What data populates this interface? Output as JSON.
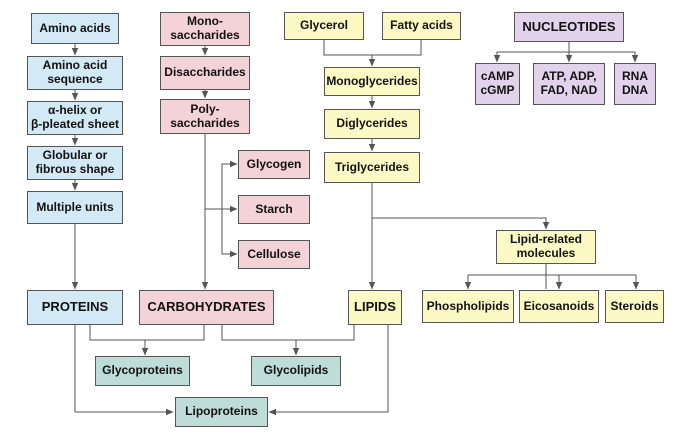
{
  "colors": {
    "protein_blue": "#d4e9f6",
    "carb_pink": "#f3d3d8",
    "lipid_yellow": "#fdf9c4",
    "nucleotide_purple": "#e3d2ec",
    "conjugate_teal": "#bedcd8",
    "line": "#555555"
  },
  "proteins": {
    "amino_acids": "Amino acids",
    "sequence": "Amino acid\nsequence",
    "helix": "α-helix or\nβ-pleated sheet",
    "shape": "Globular or\nfibrous shape",
    "units": "Multiple units",
    "title": "PROTEINS"
  },
  "carbohydrates": {
    "mono": "Mono-\nsaccharides",
    "di": "Disaccharides",
    "poly": "Poly-\nsaccharides",
    "glycogen": "Glycogen",
    "starch": "Starch",
    "cellulose": "Cellulose",
    "title": "CARBOHYDRATES"
  },
  "lipids": {
    "glycerol": "Glycerol",
    "fatty_acids": "Fatty acids",
    "mono": "Monoglycerides",
    "di": "Diglycerides",
    "tri": "Triglycerides",
    "related": "Lipid-related\nmolecules",
    "phospholipids": "Phospholipids",
    "eicosanoids": "Eicosanoids",
    "steroids": "Steroids",
    "title": "LIPIDS"
  },
  "nucleotides": {
    "title": "NUCLEOTIDES",
    "camp": "cAMP\ncGMP",
    "atp": "ATP, ADP,\nFAD, NAD",
    "rna": "RNA\nDNA"
  },
  "conjugates": {
    "glycoproteins": "Glycoproteins",
    "glycolipids": "Glycolipids",
    "lipoproteins": "Lipoproteins"
  }
}
